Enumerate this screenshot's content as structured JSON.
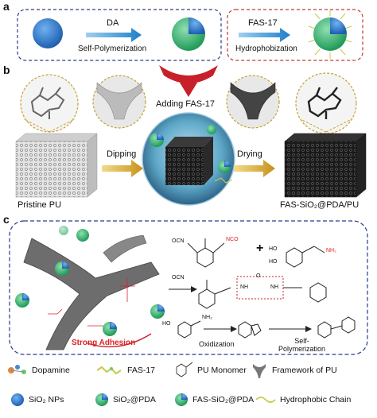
{
  "panels": {
    "a": "a",
    "b": "b",
    "c": "c"
  },
  "panel_a": {
    "arrow1_top": "DA",
    "arrow1_bottom": "Self-Polymerization",
    "arrow2_top": "FAS-17",
    "arrow2_bottom": "Hydrophobization"
  },
  "panel_b": {
    "center_label": "Adding FAS-17",
    "left_label": "Pristine PU",
    "right_label": "FAS-SiO₂@PDA/PU",
    "dip_label": "Dipping",
    "dry_label": "Drying"
  },
  "panel_c": {
    "strong_adhesion": "Strong Adhesion",
    "oxidization": "Oxidization",
    "self_poly": "Self-\nPolymerization",
    "self_poly_1": "Self-",
    "self_poly_2": "Polymerization",
    "plus": "+",
    "nco": "NCO",
    "ocn": "OCN",
    "ho": "HO",
    "nh2": "NH₂",
    "nh": "NH",
    "o": "O"
  },
  "legend": [
    {
      "name": "Dopamine"
    },
    {
      "name": "FAS-17"
    },
    {
      "name": "PU Monomer"
    },
    {
      "name": "Framework of PU"
    },
    {
      "name": "SiO₂ NPs"
    },
    {
      "name": "SiO₂@PDA"
    },
    {
      "name": "FAS-SiO₂@PDA"
    },
    {
      "name": "Hydrophobic Chain"
    }
  ],
  "colors": {
    "blue": "#2f7fd6",
    "green": "#3bbf73",
    "red_arrow": "#c8202a",
    "gold_arrow": "#d4a52a",
    "dash_blue": "#2a3a8a",
    "dash_red": "#c0392b"
  }
}
